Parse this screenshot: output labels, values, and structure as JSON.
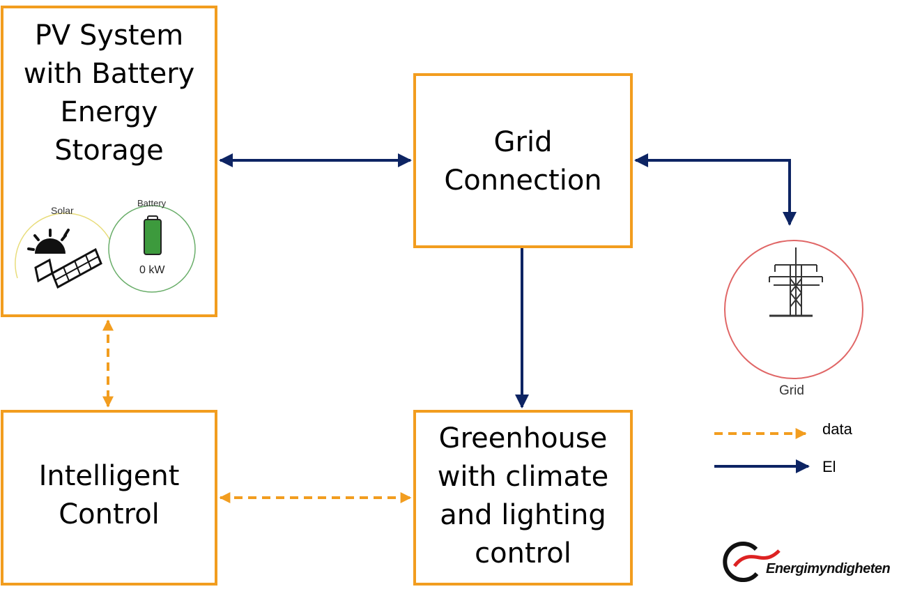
{
  "nodes": {
    "pv_system": {
      "title": "PV System\nwith Battery\nEnergy\nStorage"
    },
    "grid_connection": {
      "title": "Grid\nConnection"
    },
    "intelligent_control": {
      "title": "Intelligent\nControl"
    },
    "greenhouse": {
      "title": "Greenhouse\nwith climate\nand lighting\ncontrol"
    }
  },
  "widgets": {
    "solar": {
      "label": "Solar"
    },
    "battery": {
      "label": "Battery",
      "value": "0 kW"
    },
    "grid": {
      "label": "Grid"
    }
  },
  "legend": [
    {
      "label": "data",
      "style": "dashed",
      "color": "#f29d1f"
    },
    {
      "label": "El",
      "style": "solid",
      "color": "#0d2463"
    }
  ],
  "edges": [
    {
      "from": "pv_system",
      "to": "grid_connection",
      "type": "El",
      "direction": "both"
    },
    {
      "from": "grid_connection",
      "to": "grid",
      "type": "El",
      "direction": "both"
    },
    {
      "from": "grid_connection",
      "to": "greenhouse",
      "type": "El",
      "direction": "forward"
    },
    {
      "from": "pv_system",
      "to": "intelligent_control",
      "type": "data",
      "direction": "both"
    },
    {
      "from": "intelligent_control",
      "to": "greenhouse",
      "type": "data",
      "direction": "both"
    }
  ],
  "logo": {
    "text": "Energimyndigheten"
  },
  "colors": {
    "box_border": "#f29d1f",
    "el_line": "#0d2463",
    "data_line": "#f29d1f",
    "grid_circle": "#e06666",
    "battery_circle": "#6aae6a",
    "battery_fill": "#3d9a3d",
    "solar_arc": "#e8dc7a"
  }
}
